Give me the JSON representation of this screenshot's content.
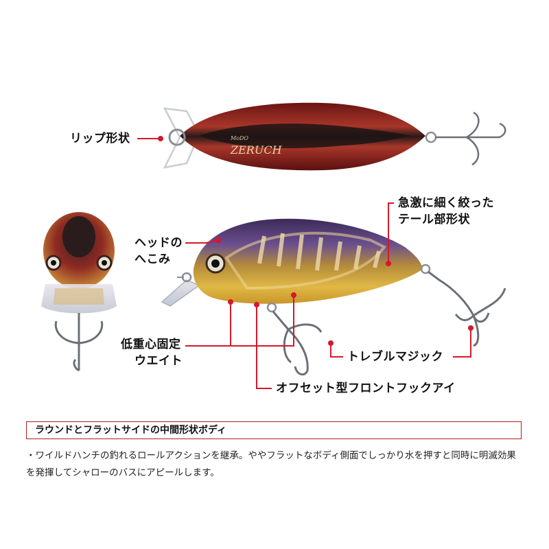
{
  "callouts": {
    "lip_shape": "リップ形状",
    "head_dent_1": "ヘッドの",
    "head_dent_2": "へこみ",
    "tail_1": "急激に細く絞った",
    "tail_2": "テール部形状",
    "weight_1": "低重心固定",
    "weight_2": "ウエイト",
    "treble": "トレブルマジック",
    "offset_eye": "オフセット型フロントフックアイ"
  },
  "lure_logo": {
    "line1": "MoDO",
    "line2": "ZERUCH"
  },
  "feature": {
    "heading": "ラウンドとフラットサイドの中間形状ボディ",
    "description": "・ワイルドハンチの釣れるロールアクションを継承。ややフラットなボディ側面でしっかり水を押すと同時に明滅効果を発揮してシャローのバスにアピールします。"
  },
  "colors": {
    "accent_red": "#d6182a",
    "heading_border": "#b01c1c",
    "lure_red": "#8e1b1b",
    "lure_purple": "#5b3f7c",
    "lure_gold": "#c89a2a"
  }
}
